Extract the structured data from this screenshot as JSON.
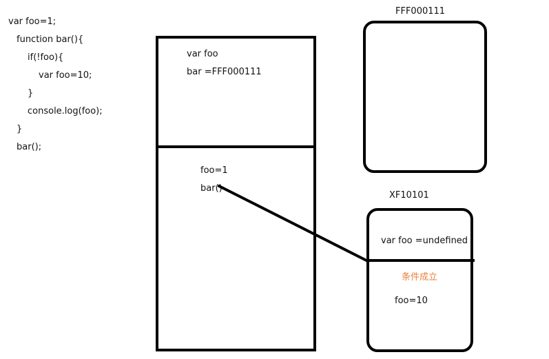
{
  "code": {
    "lines": [
      "var foo=1;",
      "function bar(){",
      "if(!foo){",
      "var foo=10;",
      "}",
      "console.log(foo);",
      "}",
      "bar();"
    ]
  },
  "global_scope": {
    "variable_section": {
      "line1": "var foo",
      "line2": "bar =FFF000111"
    },
    "execution_section": {
      "line1": "foo=1",
      "line2": "bar()"
    }
  },
  "function_object": {
    "address_label": "FFF000111"
  },
  "bar_scope": {
    "address_label": "XF10101",
    "variable_section": {
      "line1": "var foo =undefined"
    },
    "execution_section": {
      "note": "条件成立",
      "line1": "foo=10"
    }
  },
  "colors": {
    "stroke": "#000000",
    "note": "#e8823a"
  }
}
